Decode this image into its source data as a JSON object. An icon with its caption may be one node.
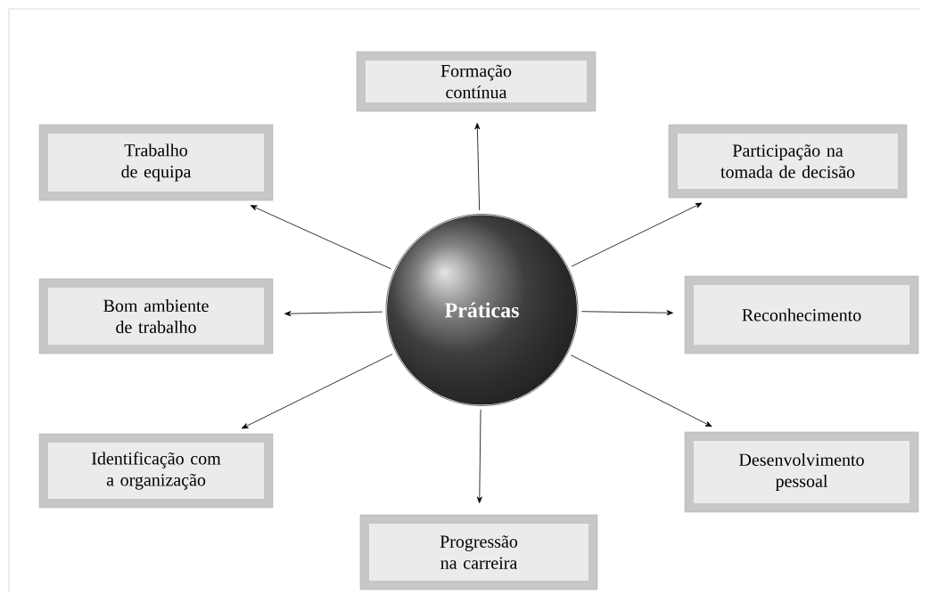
{
  "diagram": {
    "nodes": [
      {
        "text": [
          "**Práticas**"
        ]
      },
      {
        "text": [
          "Formação contínua"
        ]
      },
      {
        "text": [
          "Trabalho de equipa"
        ]
      },
      {
        "text": [
          "Participação na tomada de decisão"
        ]
      },
      {
        "text": [
          "Bom ambiente de trabalho"
        ]
      },
      {
        "text": [
          "Reconhecimento"
        ]
      },
      {
        "text": [
          "Identificação com a organização"
        ]
      },
      {
        "text": [
          "Desenvolvimento pessoal"
        ]
      },
      {
        "text": [
          "Progressão na carreira"
        ]
      }
    ],
    "edges": [
      {
        "from": 0,
        "to": 1,
        "arrow": "to"
      },
      {
        "from": 0,
        "to": 2,
        "arrow": "to"
      },
      {
        "from": 0,
        "to": 3,
        "arrow": "to"
      },
      {
        "from": 0,
        "to": 4,
        "arrow": "to"
      },
      {
        "from": 0,
        "to": 5,
        "arrow": "to"
      },
      {
        "from": 0,
        "to": 6,
        "arrow": "to"
      },
      {
        "from": 0,
        "to": 7,
        "arrow": "to"
      },
      {
        "from": 0,
        "to": 8,
        "arrow": "to"
      }
    ]
  }
}
